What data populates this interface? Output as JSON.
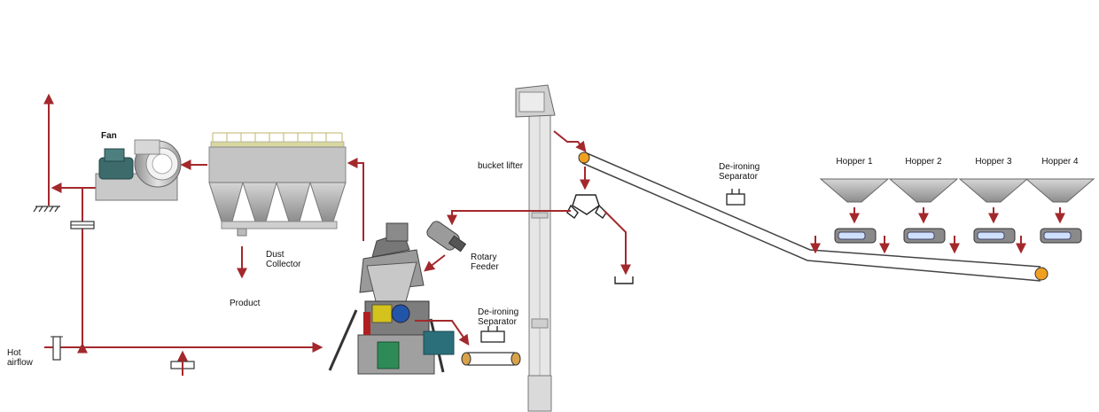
{
  "labels": {
    "fan": "Fan",
    "dust_collector": "Dust\nCollector",
    "product": "Product",
    "hot_airflow": "Hot\nairflow",
    "rotary_feeder": "Rotary\nFeeder",
    "deironing_separator_mill": "De-ironing\nSeparator",
    "bucket_lifter": "bucket lifter",
    "deironing_separator_conveyor": "De-ironing\nSeparator",
    "hoppers": [
      "Hopper 1",
      "Hopper 2",
      "Hopper 3",
      "Hopper 4"
    ]
  },
  "colors": {
    "flow_line": "#a3282c",
    "equipment_grey": "#b8b8b8",
    "conveyor_pulley": "#f0a020",
    "motor_green": "#2e8b57"
  }
}
